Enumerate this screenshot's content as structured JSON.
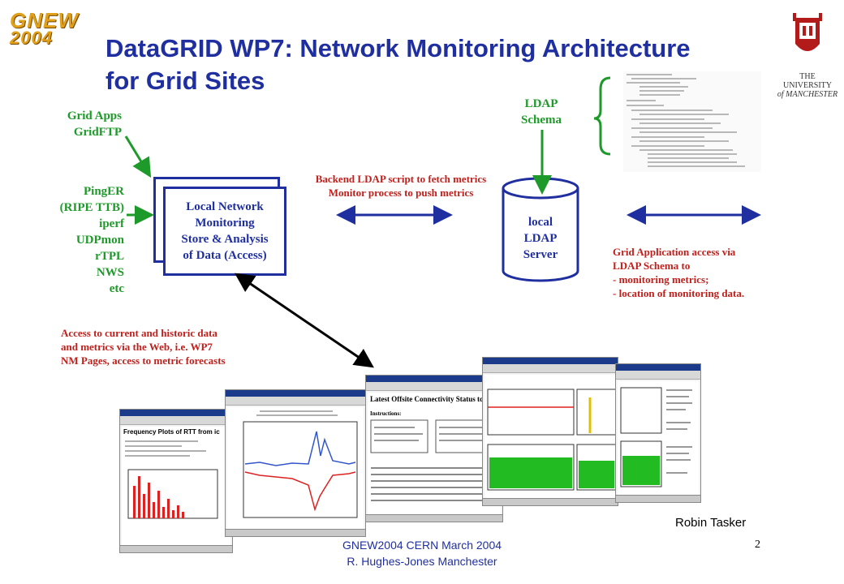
{
  "logo": {
    "line1": "GNEW",
    "line2": "2004"
  },
  "title": {
    "line1": "DataGRID WP7: Network Monitoring Architecture",
    "line2": "for Grid Sites"
  },
  "university": {
    "line1": "THE UNIVERSITY",
    "line2": "of MANCHESTER"
  },
  "grid_apps": [
    "Grid Apps",
    "GridFTP"
  ],
  "tools": [
    "PingER",
    "(RIPE TTB)",
    "iperf",
    "UDPmon",
    "rTPL",
    "NWS",
    "etc"
  ],
  "local_box": [
    "Local Network",
    "Monitoring",
    "Store & Analysis",
    "of Data (Access)"
  ],
  "backend_text": [
    "Backend LDAP script to fetch metrics",
    "Monitor process to push metrics"
  ],
  "ldap_schema": [
    "LDAP",
    "Schema"
  ],
  "ldap_server": [
    "local",
    "LDAP",
    "Server"
  ],
  "grid_access": [
    "Grid Application access via",
    "LDAP Schema to",
    "- monitoring metrics;",
    "- location of monitoring data."
  ],
  "web_access": [
    "Access to current and historic data",
    "and metrics via the Web, i.e. WP7",
    "NM Pages, access to metric forecasts"
  ],
  "screenshots": {
    "s1_title": "Frequency Plots of RTT from ic",
    "s3_title": "Latest Offsite Connectivity Status to Da",
    "s3_instructions": "Instructions:"
  },
  "author": "Robin Tasker",
  "footer": {
    "line1": "GNEW2004 CERN March 2004",
    "line2": "R. Hughes-Jones  Manchester"
  },
  "page_number": "2",
  "colors": {
    "title": "#1f2fa0",
    "green": "#1e9a2a",
    "red": "#c0201c",
    "logo": "#e0a01a"
  }
}
